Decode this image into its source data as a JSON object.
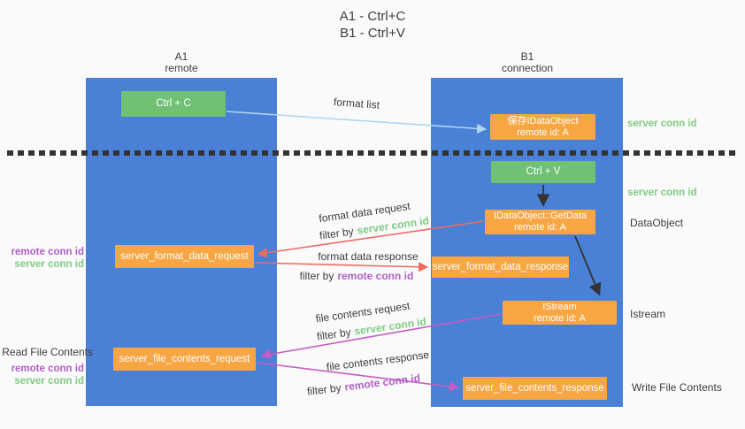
{
  "title": {
    "line1": "A1 - Ctrl+C",
    "line2": "B1 - Ctrl+V"
  },
  "columns": {
    "left": {
      "id": "A1",
      "name": "remote"
    },
    "right": {
      "id": "B1",
      "name": "connection"
    }
  },
  "nodes": {
    "ctrl_c": {
      "label": "Ctrl + C"
    },
    "save_dataobject": {
      "line1": "保存IDataObject",
      "line2": "remote id: A"
    },
    "ctrl_v": {
      "label": "Ctrl + V"
    },
    "getdata": {
      "line1": "IDataObject::GetData",
      "line2": "remote id: A"
    },
    "format_request": {
      "label": "server_format_data_request"
    },
    "format_response": {
      "label": "server_format_data_response"
    },
    "istream": {
      "line1": "IStream",
      "line2": "remote id: A"
    },
    "file_request": {
      "label": "server_file_contents_request"
    },
    "file_response": {
      "label": "server_file_contents_response"
    }
  },
  "flow_labels": {
    "format_list": "format list",
    "format_data_request": "format data request",
    "format_data_response": "format data response",
    "file_contents_request": "file contents request",
    "file_contents_response": "file contents response",
    "filter_by": "filter by",
    "server_conn_id": "server conn id",
    "remote_conn_id": "remote conn id"
  },
  "side_labels": {
    "server_conn_top": "server conn id",
    "server_conn_mid": "server conn id",
    "dataobject": "DataObject",
    "istream": "Istream",
    "write_file_contents": "Write File Contents",
    "read_file_contents": "Read File Contents",
    "remote_conn_1": "remote conn id",
    "server_conn_1": "server conn id",
    "remote_conn_2": "remote conn id",
    "server_conn_2": "server conn id"
  },
  "colors": {
    "lane_blue": "#4a80d5",
    "box_green": "#71c175",
    "box_orange": "#f8a644",
    "arrow_lightblue": "#aed7f2",
    "arrow_red": "#ee6b61",
    "arrow_magenta": "#c75bc3",
    "arrow_black": "#333333",
    "text_green": "#7ecb82",
    "text_purple": "#b05fc7",
    "text_dark": "#3d3d3d",
    "background": "#fafafa"
  }
}
